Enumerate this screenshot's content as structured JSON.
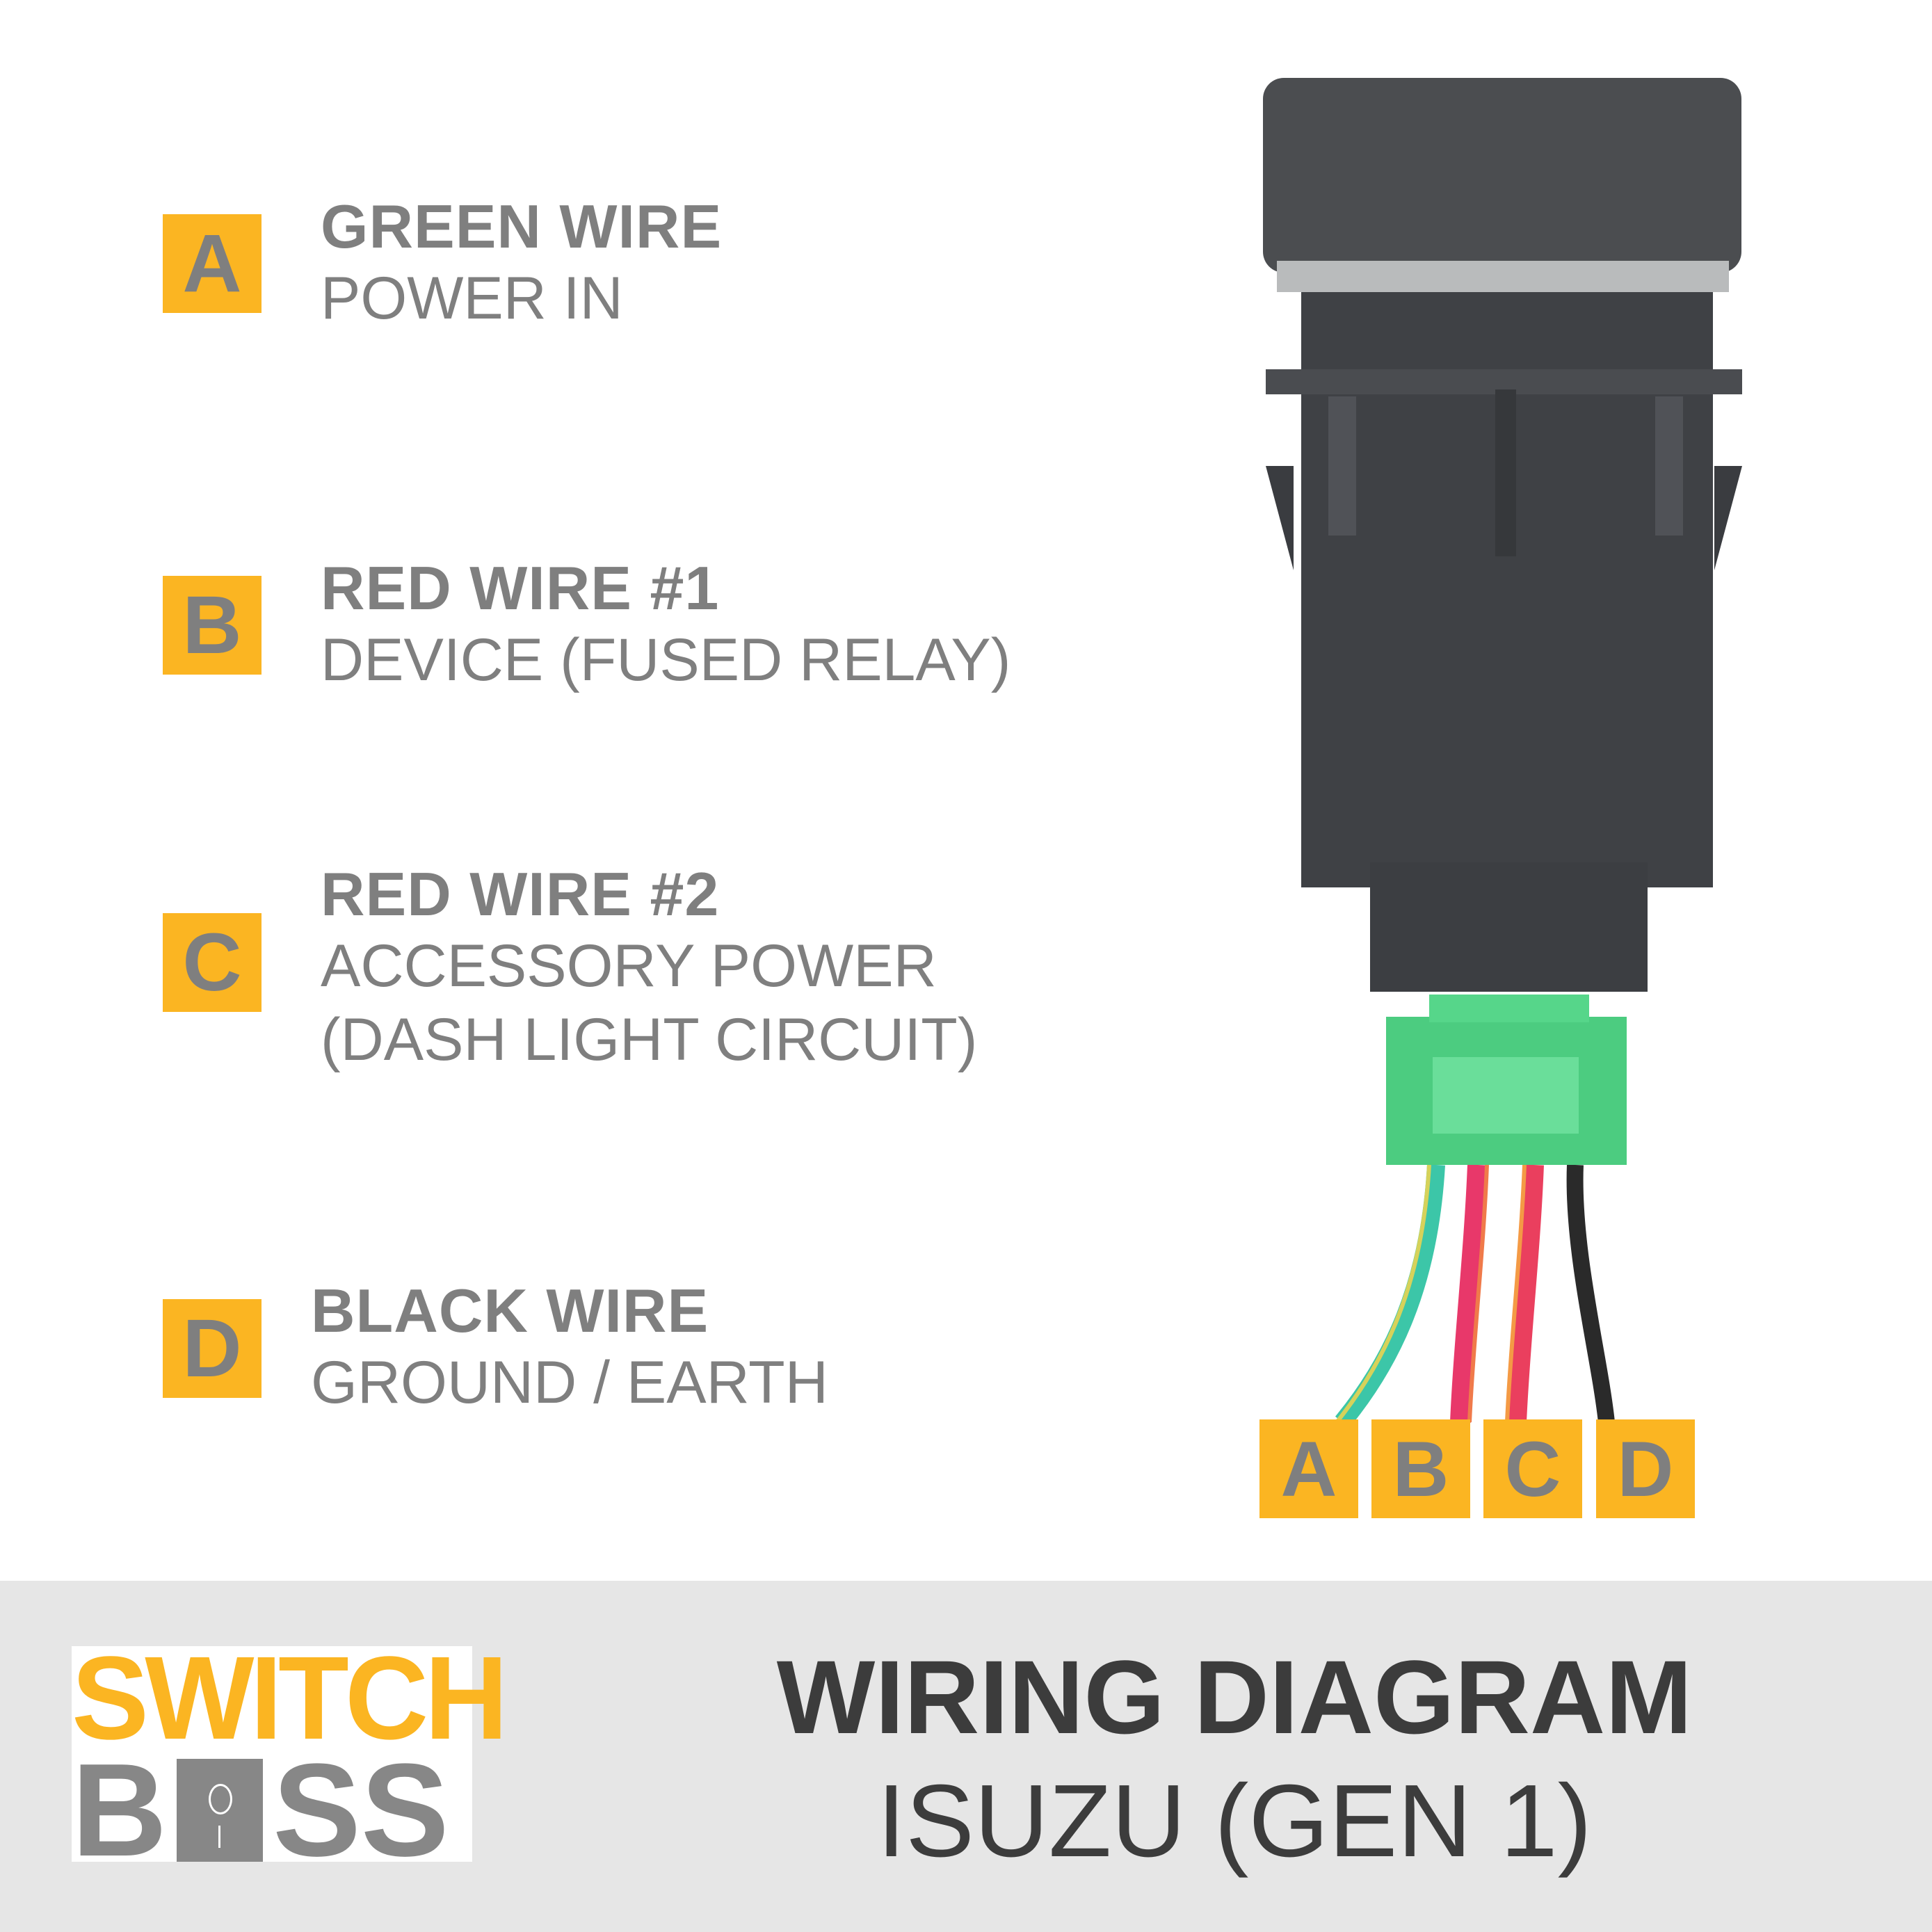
{
  "legend": [
    {
      "letter": "A",
      "title": "GREEN WIRE",
      "lines": [
        "POWER IN"
      ]
    },
    {
      "letter": "B",
      "title": "RED WIRE #1",
      "lines": [
        "DEVICE (FUSED RELAY)"
      ]
    },
    {
      "letter": "C",
      "title": "RED WIRE #2",
      "lines": [
        "ACCESSORY POWER",
        "(DASH LIGHT CIRCUIT)"
      ]
    },
    {
      "letter": "D",
      "title": "BLACK WIRE",
      "lines": [
        "GROUND / EARTH"
      ]
    }
  ],
  "wire_labels": [
    "A",
    "B",
    "C",
    "D"
  ],
  "wire_colors": {
    "A": "#3cc6a8",
    "B": "#e8386a",
    "C": "#ea3f5e",
    "D": "#2a2a2a"
  },
  "logo": {
    "top": "SWITCH",
    "bottom_left": "B",
    "bottom_right": "SS"
  },
  "footer": {
    "title": "WIRING DIAGRAM",
    "subtitle": "ISUZU (GEN 1)"
  },
  "colors": {
    "accent": "#fbb522",
    "text_gray": "#7f7f7f",
    "band": "#e6e6e6"
  }
}
